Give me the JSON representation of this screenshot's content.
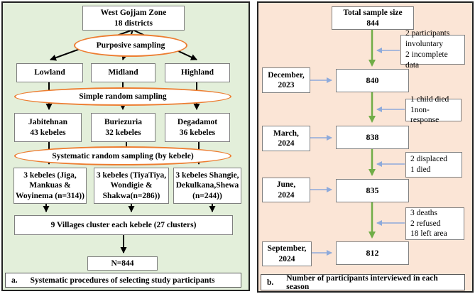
{
  "colors": {
    "panel_a_background": "#e3efda",
    "panel_b_background": "#fbe5d6",
    "ellipse_border": "#ed7d31",
    "green_arrow": "#70ad47",
    "blue_arrow": "#8eaadb",
    "black_arrow": "#000000"
  },
  "panel_a": {
    "caption_label": "a.",
    "caption_text": "Systematic procedures of selecting study participants",
    "top_box": {
      "line1": "West Gojjam Zone",
      "line2": "18 districts"
    },
    "ellipses": [
      "Purposive sampling",
      "Simple random sampling",
      "Systematic random sampling (by kebele)"
    ],
    "zones": [
      "Lowland",
      "Midland",
      "Highland"
    ],
    "districts": [
      {
        "line1": "Jabitehnan",
        "line2": "43 kebeles"
      },
      {
        "line1": "Buriezuria",
        "line2": "32 kebeles"
      },
      {
        "line1": "Degadamot",
        "line2": "36 kebeles"
      }
    ],
    "kebeles": [
      {
        "line1": "3 kebeles (Jiga,",
        "line2": "Mankuas &",
        "line3": "Woyinema (n=314))"
      },
      {
        "line1": "3 kebeles (TiyaTiya,",
        "line2": "Wondigie &",
        "line3": "Shakwa(n=286))"
      },
      {
        "line1": "3 kebeles  Shangie,",
        "line2": "Dekulkana,Shewa",
        "line3": "(n=244))"
      }
    ],
    "villages_box": "9 Villages cluster each kebele (27 clusters)",
    "n_box": "N=844"
  },
  "panel_b": {
    "caption_label": "b.",
    "caption_text": "Number of participants interviewed in each season",
    "top_box": {
      "line1": "Total sample size",
      "line2": "844"
    },
    "steps": [
      {
        "date_line1": "December,",
        "date_line2": "2023",
        "count": "840",
        "note_lines": [
          "2 participants",
          "involuntary",
          "2 incomplete data"
        ]
      },
      {
        "date_line1": "March,",
        "date_line2": "2024",
        "count": "838",
        "note_lines": [
          "1 child died",
          "1non-response"
        ]
      },
      {
        "date_line1": "June,",
        "date_line2": "2024",
        "count": "835",
        "note_lines": [
          "2 displaced",
          "1 died"
        ]
      },
      {
        "date_line1": "September,",
        "date_line2": "2024",
        "count": "812",
        "note_lines": [
          "3 deaths",
          "2 refused",
          "18 left area"
        ]
      }
    ]
  }
}
